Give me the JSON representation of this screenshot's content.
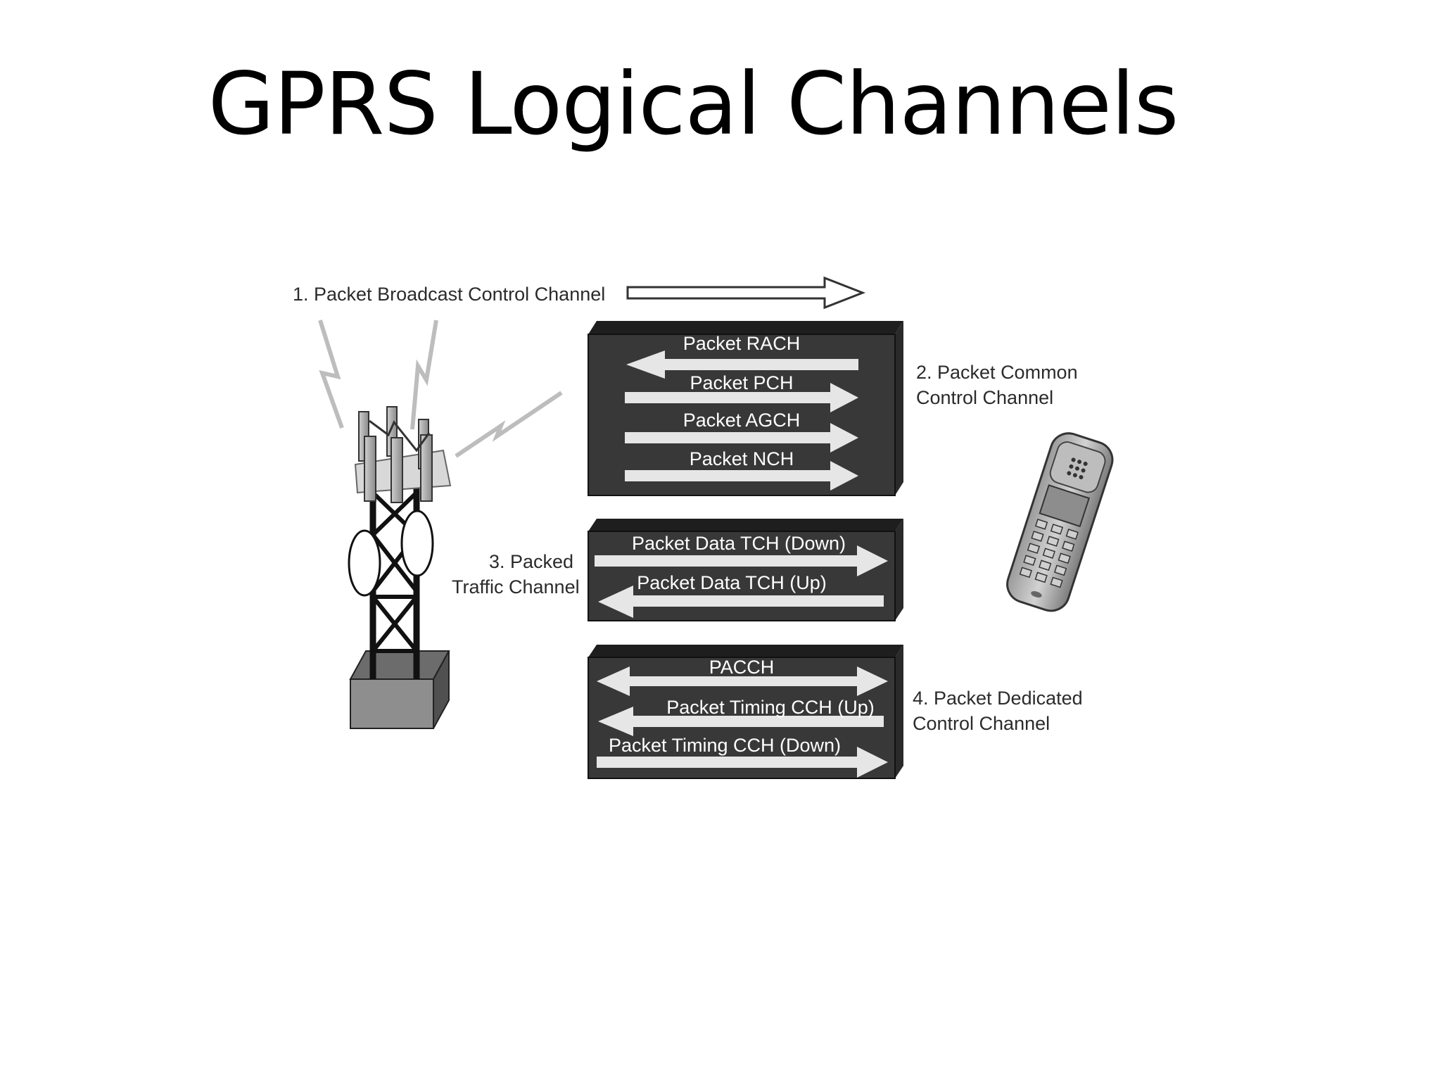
{
  "title": "GPRS Logical Channels",
  "labels": {
    "broadcast": "1. Packet Broadcast Control Channel",
    "common_line1": "2. Packet Common",
    "common_line2": "Control Channel",
    "traffic_line1": "3. Packed",
    "traffic_line2": "Traffic Channel",
    "dedicated_line1": "4. Packet Dedicated",
    "dedicated_line2": "Control Channel"
  },
  "common_channels": [
    "Packet RACH",
    "Packet PCH",
    "Packet AGCH",
    "Packet NCH"
  ],
  "traffic_channels": [
    "Packet Data TCH (Down)",
    "Packet Data TCH (Up)"
  ],
  "dedicated_channels": [
    "PACCH",
    "Packet Timing CCH (Up)",
    "Packet Timing CCH (Down)"
  ],
  "icons": [
    "cell-tower-icon",
    "mobile-phone-icon",
    "radio-signal-icon",
    "arrow-icon"
  ],
  "colors": {
    "box": "#383838",
    "box_top": "#1e1e1e",
    "arrow": "#e6e6e6",
    "text": "#2b2b2b"
  }
}
